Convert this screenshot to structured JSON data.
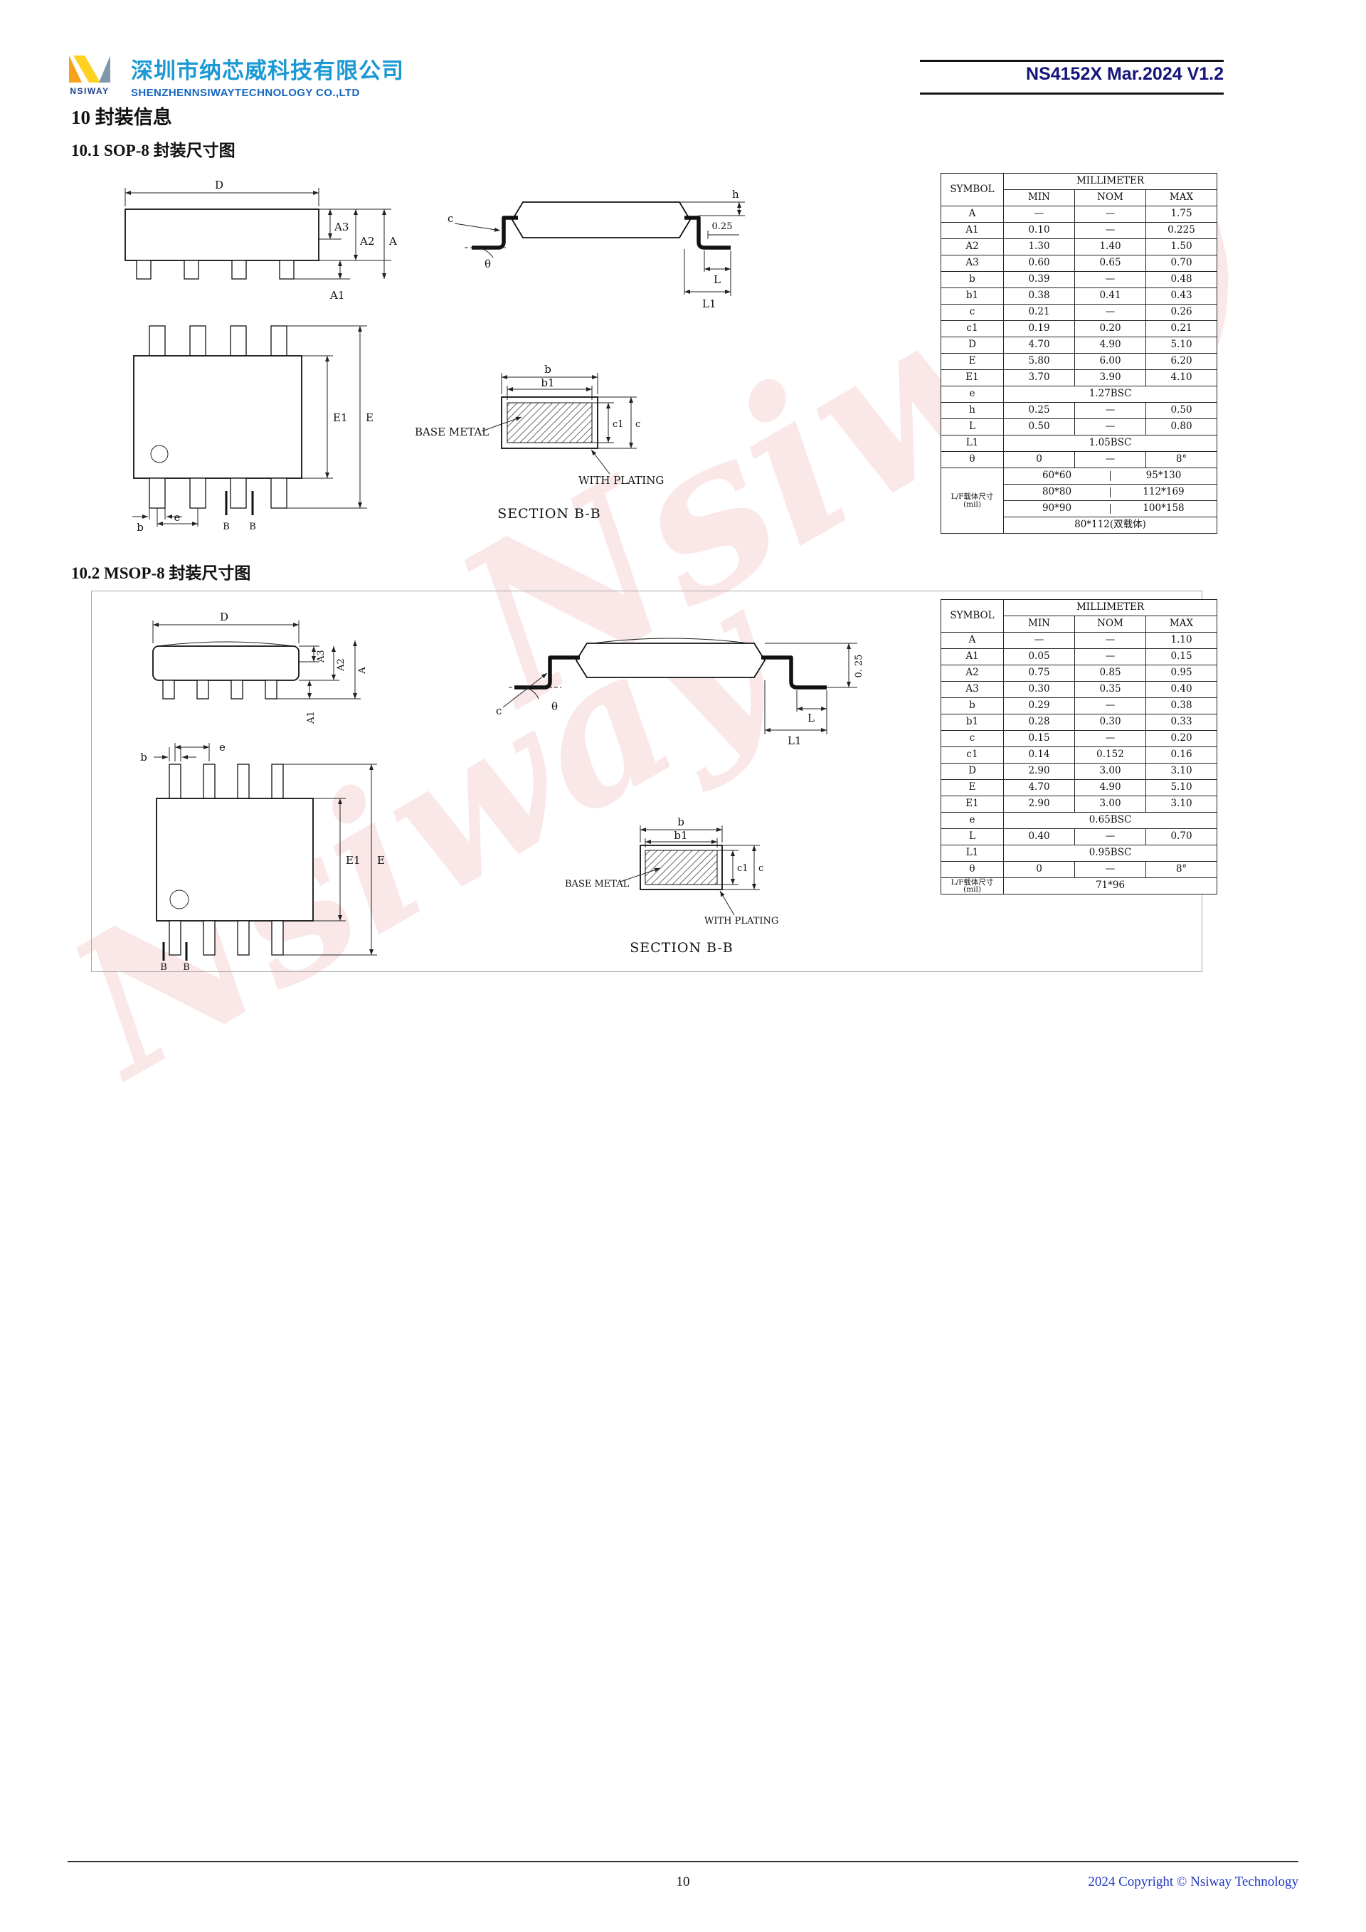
{
  "header": {
    "logo_text": "NSIWAY",
    "company_cn": "深圳市纳芯威科技有限公司",
    "company_en": "SHENZHENNSIWAYTECHNOLOGY CO.,LTD",
    "doc_ref": "NS4152X Mar.2024 V1.2"
  },
  "titles": {
    "section": "10 封装信息",
    "sub1": "10.1 SOP-8 封装尺寸图",
    "sub2": "10.2 MSOP-8 封装尺寸图"
  },
  "labels": {
    "D": "D",
    "A": "A",
    "A1": "A1",
    "A2": "A2",
    "A3": "A3",
    "b": "b",
    "b1": "b1",
    "c": "c",
    "c1": "c1",
    "e": "e",
    "E": "E",
    "E1": "E1",
    "h": "h",
    "L": "L",
    "L1": "L1",
    "theta": "θ",
    "B": "B",
    "dim025": "0.25",
    "dim025v": "0. 25",
    "base_metal": "BASE METAL",
    "with_plating": "WITH PLATING",
    "section_bb": "SECTION B-B"
  },
  "sop8_table": {
    "symbol_header": "SYMBOL",
    "unit_header": "MILLIMETER",
    "col_min": "MIN",
    "col_nom": "NOM",
    "col_max": "MAX",
    "rows": [
      {
        "sym": "A",
        "min": "—",
        "nom": "—",
        "max": "1.75"
      },
      {
        "sym": "A1",
        "min": "0.10",
        "nom": "—",
        "max": "0.225"
      },
      {
        "sym": "A2",
        "min": "1.30",
        "nom": "1.40",
        "max": "1.50"
      },
      {
        "sym": "A3",
        "min": "0.60",
        "nom": "0.65",
        "max": "0.70"
      },
      {
        "sym": "b",
        "min": "0.39",
        "nom": "—",
        "max": "0.48"
      },
      {
        "sym": "b1",
        "min": "0.38",
        "nom": "0.41",
        "max": "0.43"
      },
      {
        "sym": "c",
        "min": "0.21",
        "nom": "—",
        "max": "0.26"
      },
      {
        "sym": "c1",
        "min": "0.19",
        "nom": "0.20",
        "max": "0.21"
      },
      {
        "sym": "D",
        "min": "4.70",
        "nom": "4.90",
        "max": "5.10"
      },
      {
        "sym": "E",
        "min": "5.80",
        "nom": "6.00",
        "max": "6.20"
      },
      {
        "sym": "E1",
        "min": "3.70",
        "nom": "3.90",
        "max": "4.10"
      },
      {
        "sym": "e",
        "value": "1.27BSC"
      },
      {
        "sym": "h",
        "min": "0.25",
        "nom": "—",
        "max": "0.50"
      },
      {
        "sym": "L",
        "min": "0.50",
        "nom": "—",
        "max": "0.80"
      },
      {
        "sym": "L1",
        "value": "1.05BSC"
      },
      {
        "sym": "θ",
        "min": "0",
        "nom": "—",
        "max": "8°"
      }
    ],
    "lf_label": "L/F载体尺寸",
    "lf_unit": "(mil)",
    "lf_rows": [
      {
        "left": "60*60",
        "right": "95*130"
      },
      {
        "left": "80*80",
        "right": "112*169"
      },
      {
        "left": "90*90",
        "right": "100*158"
      }
    ],
    "lf_last": "80*112(双载体)"
  },
  "msop8_table": {
    "symbol_header": "SYMBOL",
    "unit_header": "MILLIMETER",
    "col_min": "MIN",
    "col_nom": "NOM",
    "col_max": "MAX",
    "rows": [
      {
        "sym": "A",
        "min": "—",
        "nom": "—",
        "max": "1.10"
      },
      {
        "sym": "A1",
        "min": "0.05",
        "nom": "—",
        "max": "0.15"
      },
      {
        "sym": "A2",
        "min": "0.75",
        "nom": "0.85",
        "max": "0.95"
      },
      {
        "sym": "A3",
        "min": "0.30",
        "nom": "0.35",
        "max": "0.40"
      },
      {
        "sym": "b",
        "min": "0.29",
        "nom": "—",
        "max": "0.38"
      },
      {
        "sym": "b1",
        "min": "0.28",
        "nom": "0.30",
        "max": "0.33"
      },
      {
        "sym": "c",
        "min": "0.15",
        "nom": "—",
        "max": "0.20"
      },
      {
        "sym": "c1",
        "min": "0.14",
        "nom": "0.152",
        "max": "0.16"
      },
      {
        "sym": "D",
        "min": "2.90",
        "nom": "3.00",
        "max": "3.10"
      },
      {
        "sym": "E",
        "min": "4.70",
        "nom": "4.90",
        "max": "5.10"
      },
      {
        "sym": "E1",
        "min": "2.90",
        "nom": "3.00",
        "max": "3.10"
      },
      {
        "sym": "e",
        "value": "0.65BSC"
      },
      {
        "sym": "L",
        "min": "0.40",
        "nom": "—",
        "max": "0.70"
      },
      {
        "sym": "L1",
        "value": "0.95BSC"
      },
      {
        "sym": "θ",
        "min": "0",
        "nom": "—",
        "max": "8°"
      }
    ],
    "lf_label": "L/F载体尺寸",
    "lf_unit": "(mil)",
    "lf_value": "71*96"
  },
  "footer": {
    "page_number": "10",
    "copyright": "2024 Copyright © Nsiway Technology"
  },
  "watermark": {
    "text": "Nsiway"
  }
}
